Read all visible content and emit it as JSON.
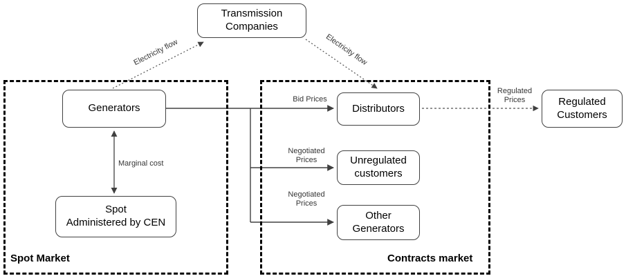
{
  "diagram": {
    "nodes": {
      "transmission": {
        "label": "Transmission\nCompanies"
      },
      "generators": {
        "label": "Generators"
      },
      "spot_cen": {
        "label": "Spot\nAdministered by CEN"
      },
      "distributors": {
        "label": "Distributors"
      },
      "unregulated": {
        "label": "Unregulated\ncustomers"
      },
      "other_generators": {
        "label": "Other\nGenerators"
      },
      "regulated_customers": {
        "label": "Regulated\nCustomers"
      }
    },
    "groups": {
      "spot_market": {
        "label": "Spot Market"
      },
      "contracts_market": {
        "label": "Contracts market"
      }
    },
    "edges": {
      "electricity_flow_left": {
        "label": "Electricity flow"
      },
      "electricity_flow_right": {
        "label": "Electricity flow"
      },
      "marginal_cost": {
        "label": "Marginal cost"
      },
      "bid_prices": {
        "label": "Bid Prices"
      },
      "negotiated_prices_1": {
        "label": "Negotiated\nPrices"
      },
      "negotiated_prices_2": {
        "label": "Negotiated\nPrices"
      },
      "regulated_prices": {
        "label": "Regulated\nPrices"
      }
    },
    "colors": {
      "line": "#404040",
      "box_border": "#404040",
      "group_border": "#000000",
      "text": "#000000",
      "background": "#ffffff"
    }
  }
}
